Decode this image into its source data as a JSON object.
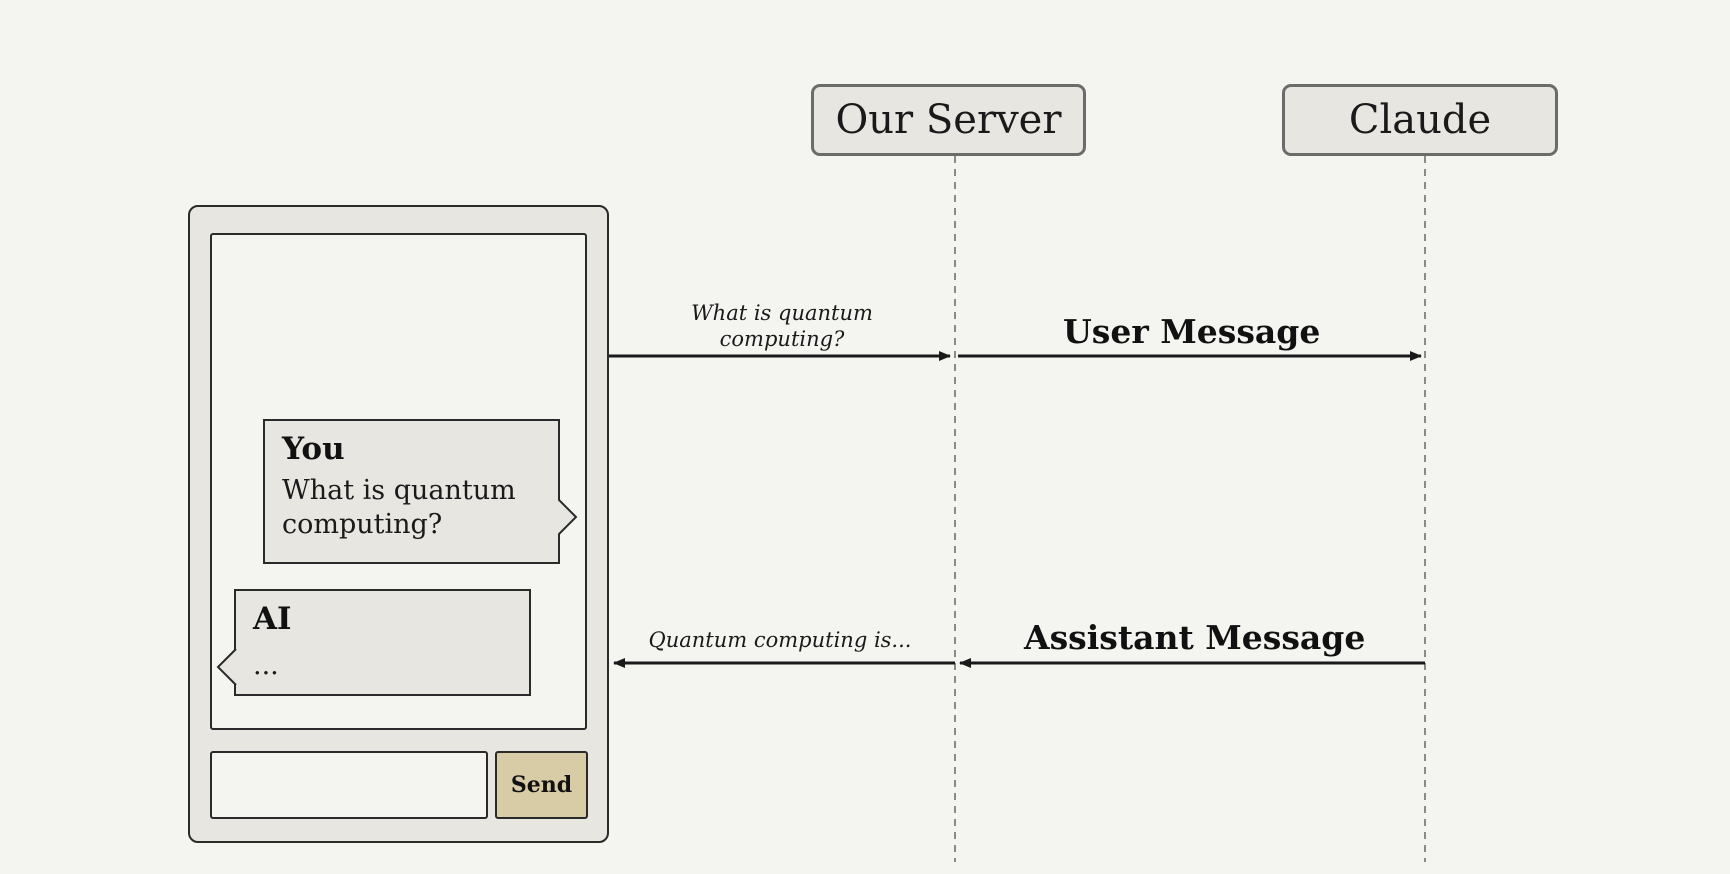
{
  "actors": {
    "server": "Our Server",
    "claude": "Claude"
  },
  "chat": {
    "user_bubble": {
      "sender": "You",
      "text": "What is quantum computing?"
    },
    "ai_bubble": {
      "sender": "AI",
      "text": "..."
    },
    "input": {
      "value": "",
      "placeholder": ""
    },
    "send_label": "Send"
  },
  "messages": {
    "client_to_server_text": "What is quantum computing?",
    "server_to_claude_label": "User Message",
    "claude_to_server_label": "Assistant Message",
    "server_to_client_text": "Quantum computing is..."
  },
  "colors": {
    "background": "#f4f4f0",
    "box_fill": "#e8e6e1",
    "send_button": "#d8cca6",
    "line": "#1a1a1a",
    "lifeline": "#8a8a88"
  }
}
